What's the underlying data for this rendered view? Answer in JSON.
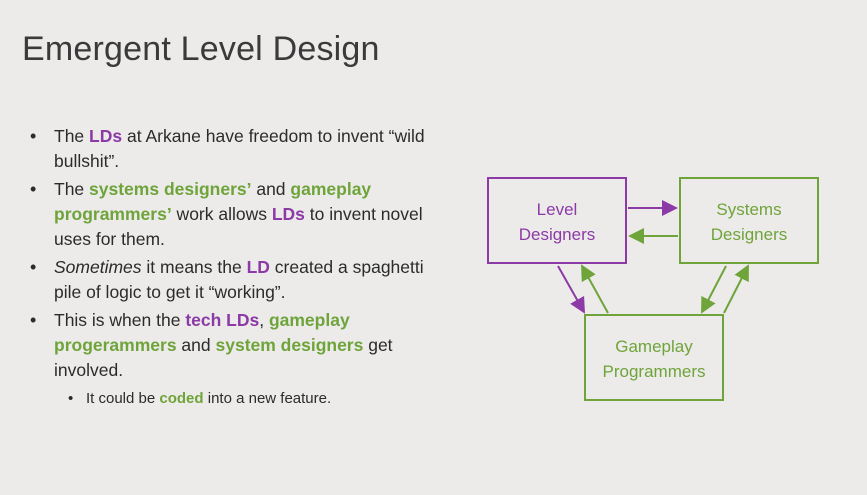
{
  "slide": {
    "title": "Emergent Level Design"
  },
  "bullets": [
    {
      "p1": "The ",
      "p2": "LDs",
      "p3": " at Arkane have freedom to invent “wild bullshit”."
    },
    {
      "p1": "The ",
      "p2": "systems designers’",
      "p3": " and ",
      "p4": "gameplay programmers’",
      "p5": " work allows ",
      "p6": "LDs",
      "p7": " to invent novel uses for them."
    },
    {
      "p1": "Sometimes",
      "p2": " it means the ",
      "p3": "LD",
      "p4": " created a spaghetti pile of logic to get it “working”."
    },
    {
      "p1": "This is when the ",
      "p2": "tech LDs",
      "p3": ", ",
      "p4": "gameplay progerammers",
      "p5": " and ",
      "p6": "system designers",
      "p7": " get involved."
    }
  ],
  "sub_bullet": {
    "p1": "It could be ",
    "p2": "coded",
    "p3": " into a new feature."
  },
  "diagram": {
    "level": {
      "line1": "Level",
      "line2": "Designers"
    },
    "systems": {
      "line1": "Systems",
      "line2": "Designers"
    },
    "gameplay": {
      "line1": "Gameplay",
      "line2": "Programmers"
    }
  },
  "colors": {
    "purple": "#8c3aa6",
    "green": "#6fa43a"
  }
}
